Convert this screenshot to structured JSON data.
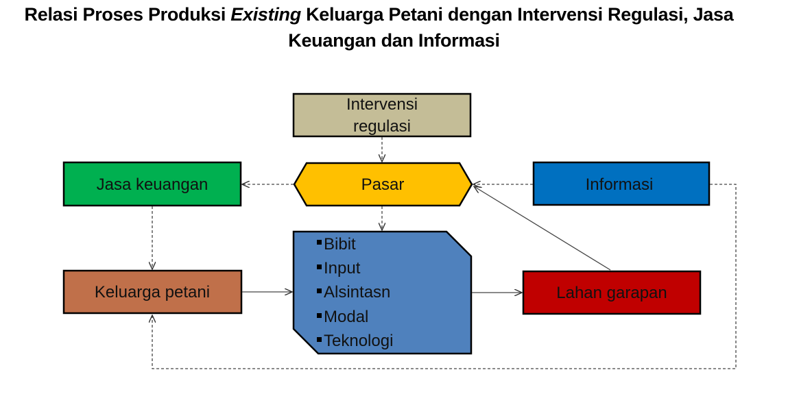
{
  "title": {
    "part1": "Relasi Proses Produksi ",
    "part2_italic": "Existing",
    "part3": " Keluarga Petani dengan Intervensi Regulasi, Jasa",
    "line2": "Keuangan dan Informasi"
  },
  "nodes": {
    "intervensi_line1": "Intervensi",
    "intervensi_line2": "regulasi",
    "pasar": "Pasar",
    "jasa_keuangan": "Jasa keuangan",
    "informasi": "Informasi",
    "keluarga_petani": "Keluarga petani",
    "lahan_garapan": "Lahan garapan",
    "inputs": [
      "Bibit",
      "Input",
      "Alsintasn",
      "Modal",
      "Teknologi"
    ]
  },
  "colors": {
    "intervensi": "#c4bd97",
    "pasar": "#ffc000",
    "jasa_keuangan": "#00b050",
    "informasi": "#0070c0",
    "keluarga_petani": "#c0704a",
    "lahan_garapan": "#c00000",
    "inputs_box": "#4f81bd"
  }
}
